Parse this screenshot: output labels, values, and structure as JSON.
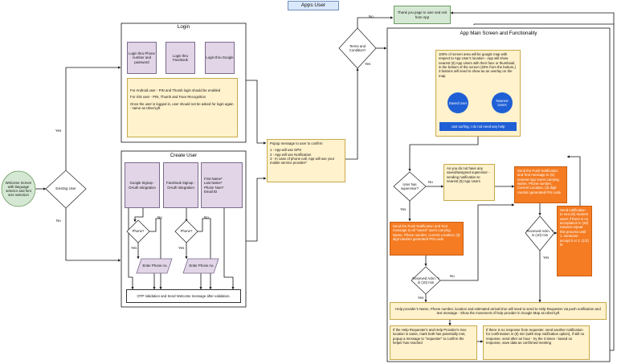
{
  "title": "Apps User",
  "welcome": "Welcome Screen with language selector and font size selection",
  "existing_user": "Existing User",
  "login": {
    "title": "Login",
    "options": [
      "Login thru Phone number and password",
      "Login thru Facebook",
      "Login thru Google"
    ],
    "notes": [
      "For Android user - PIN and Thumb login should be enabled",
      "For iOS user - PIN, Thumb and Face Recognition",
      "Once the user is logged in, user should not be asked for login again - same as Uber/Lyft"
    ]
  },
  "create_user": {
    "title": "Create User",
    "google": "Google Signup - OAuth Integration",
    "facebook": "Facebook Signup - OAuth Integration",
    "manual": [
      "First Name*",
      "Last Name*",
      "Phone Num*",
      "Email ID"
    ],
    "phone_q": "Phone?",
    "enter_phone": "Enter Phone no.",
    "otp": "OTP Validation and Send Welcome message after validation."
  },
  "popup": {
    "heading": "Popup message to user to confirm",
    "items": [
      "1 - App will use GPS",
      "2 - App will use Notification",
      "3 - In case of phone call, App will use your mobile service provider*"
    ]
  },
  "terms": "Terms and Condition?",
  "thankyou": "Thank you page to user and exit from App",
  "main": {
    "title": "App Main Screen and Functionality",
    "map_text": "100% of screen area will be google map with respect to App User's location - App will show nearest (5) App Users with their face or thumbnail, in the bottom of the screen (20% from the bottom,) 3 buttons will need to show as an overlay on the map",
    "saved_user": "Saved User",
    "nearest_users": "Nearest Users",
    "just_surfing": "Just surfing, I do not need any help",
    "has_supervisor": "User has supervisor?",
    "no_supervisor_note": "As you do not have any saved/assigned supervisor - sending notification to nearest (5) App Users",
    "push_nearest": "Send the Push Notification and Text message to (5) nearest App Users carrying Name, Phone number, Current Location, (3) digit random generated PIN code",
    "push_saved": "Send the Push Notification and Text message to all \"saved\" users carrying Name, Phone number, Current Location, (3) digit random generated PIN code",
    "received_ack": "Received Ackn. ? in (10) min",
    "retry_note": "Send notification to next (5) nearest users if there is no acceptance in (20) minutes repeat this process until 1. someone accept it or 2. (1/2) hr",
    "help_provider": "Help provider's Name, Phone number, location and estimated arrival time will need to send to Help Requester via push notification and text message - Show the movement of help provider in Google Map as Uber/Lyft",
    "geo_match": "If the Help Requester's and Help Provider's Geo location is same, mark both has potentially met, popup a message to \"requester\" to confirm the helper has reached",
    "no_response": "If there is no response from requester, send another notification for confirmation in (5) min (with stop notification option), if still no response, send after an hour - try the 3 times - based on response, save data as confirmed meeting"
  },
  "labels": {
    "yes": "Yes",
    "no": "No"
  },
  "colors": {
    "purple": "#e1d5e7",
    "yellow": "#fff2cc",
    "orange": "#f57c22",
    "green": "#d5e8d4",
    "blue": "#1f5fd6",
    "title_blue": "#dae8fc"
  }
}
